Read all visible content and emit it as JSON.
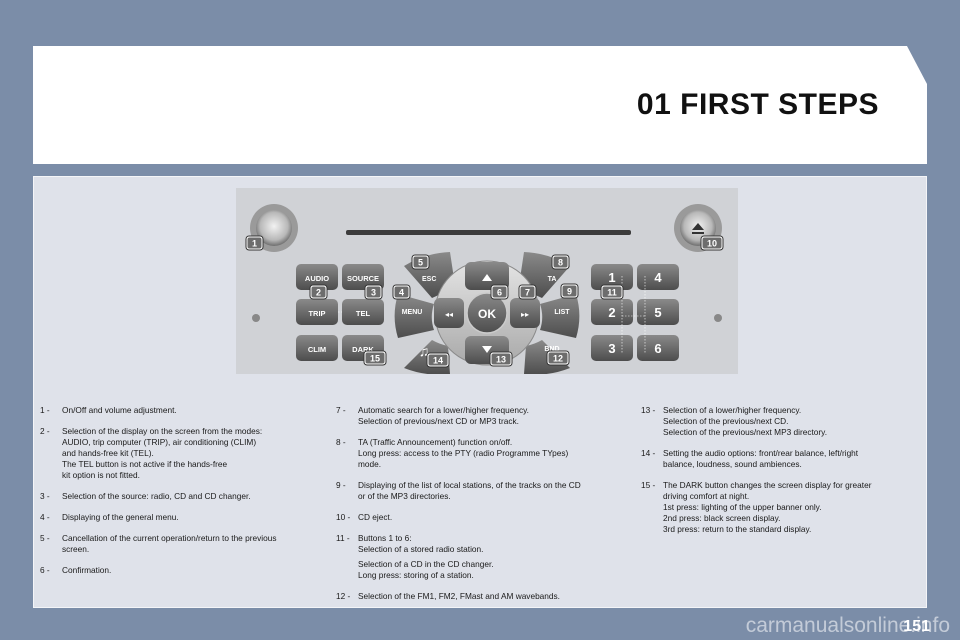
{
  "header": {
    "title": "01 FIRST STEPS"
  },
  "radio": {
    "buttons": {
      "audio": "AUDIO",
      "source": "SOURCE",
      "trip": "TRIP",
      "tel": "TEL",
      "clim": "CLIM",
      "dark": "DARK",
      "esc": "ESC",
      "menu": "MENU",
      "ok": "OK",
      "ta": "TA",
      "list": "LIST",
      "bnd": "BND",
      "presets": [
        "1",
        "4",
        "2",
        "5",
        "3",
        "6"
      ]
    },
    "callouts": [
      "1",
      "2",
      "3",
      "4",
      "5",
      "6",
      "7",
      "8",
      "9",
      "10",
      "11",
      "12",
      "13",
      "14",
      "15"
    ]
  },
  "legend": {
    "col1": [
      {
        "num": "1 -",
        "text": "On/Off and volume adjustment."
      },
      {
        "num": "2 -",
        "text": "Selection of the display on the screen from the modes:\nAUDIO, trip computer (TRIP), air conditioning (CLIM)\nand hands-free kit (TEL).\nThe TEL button is not active if the hands-free\nkit option is not fitted."
      },
      {
        "num": "3 -",
        "text": "Selection of the source: radio, CD and CD changer."
      },
      {
        "num": "4 -",
        "text": "Displaying of the general menu."
      },
      {
        "num": "5 -",
        "text": "Cancellation of the current operation/return to the previous\nscreen."
      },
      {
        "num": "6 -",
        "text": "Confirmation."
      }
    ],
    "col2": [
      {
        "num": "7 -",
        "text": "Automatic search for a lower/higher frequency.\nSelection of previous/next CD or MP3 track."
      },
      {
        "num": "8 -",
        "text": "TA (Traffic Announcement) function on/off.\nLong press: access to the PTY (radio Programme TYpes)\nmode."
      },
      {
        "num": "9 -",
        "text": "Displaying of the list of local stations, of the tracks on the CD\nor of the MP3 directories."
      },
      {
        "num": "10 -",
        "text": "CD eject."
      },
      {
        "num": "11 -",
        "text": "Buttons 1 to 6:\nSelection of a stored radio station."
      }
    ],
    "col2_sub": "Selection of a CD in the CD changer.\nLong press: storing of a station.",
    "col2_last": {
      "num": "12 -",
      "text": "Selection of the FM1, FM2, FMast and AM wavebands."
    },
    "col3": [
      {
        "num": "13 -",
        "text": "Selection of a lower/higher frequency.\nSelection of the previous/next CD.\nSelection of the previous/next MP3 directory."
      },
      {
        "num": "14 -",
        "text": "Setting the audio options: front/rear balance, left/right\nbalance, loudness, sound ambiences."
      },
      {
        "num": "15 -",
        "text": "The DARK button changes the screen display for greater\ndriving comfort at night.\n1st press: lighting of the upper banner only.\n2nd press: black screen display.\n3rd press: return to the standard display."
      }
    ]
  },
  "footer": {
    "page": "151",
    "watermark": "carmanualsonline.info"
  }
}
